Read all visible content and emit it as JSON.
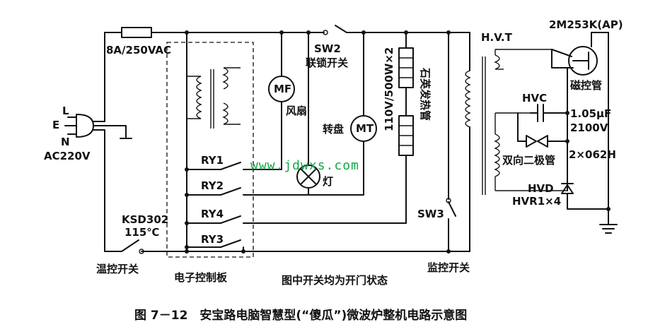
{
  "labels": {
    "fuse": "8A/250VAC",
    "plug_L": "L",
    "plug_E": "E",
    "plug_N": "N",
    "ac": "AC220V",
    "ksd": "KSD302",
    "ksd_temp": "115℃",
    "temp_switch": "温控开关",
    "board": "电子控制板",
    "ry1": "RY1",
    "ry2": "RY2",
    "ry3": "RY3",
    "ry4": "RY4",
    "mf": "MF",
    "fan": "风扇",
    "lamp": "灯",
    "sw2": "SW2",
    "interlock": "联锁开关",
    "turntable": "转盘",
    "mt": "MT",
    "heater_spec": "110V/500W×2",
    "heater_name": "石英发热管",
    "sw3": "SW3",
    "monitor_switch": "监控开关",
    "note": "图中开关均为开门状态",
    "hvt": "H.V.T",
    "magnetron_model": "2M253K(AP)",
    "magnetron": "磁控管",
    "hvc": "HVC",
    "cap_value": "1.05μF",
    "cap_voltage": "2100V",
    "bidiode": "双向二极管",
    "bidiode_spec": "2×062H",
    "hvd": "HVD",
    "hvd_spec": "HVR1×4"
  },
  "watermark": "www.jdwxs.com",
  "caption": "图 7－12　安宝路电脑智慧型(“傻瓜”)微波炉整机电路示意图"
}
